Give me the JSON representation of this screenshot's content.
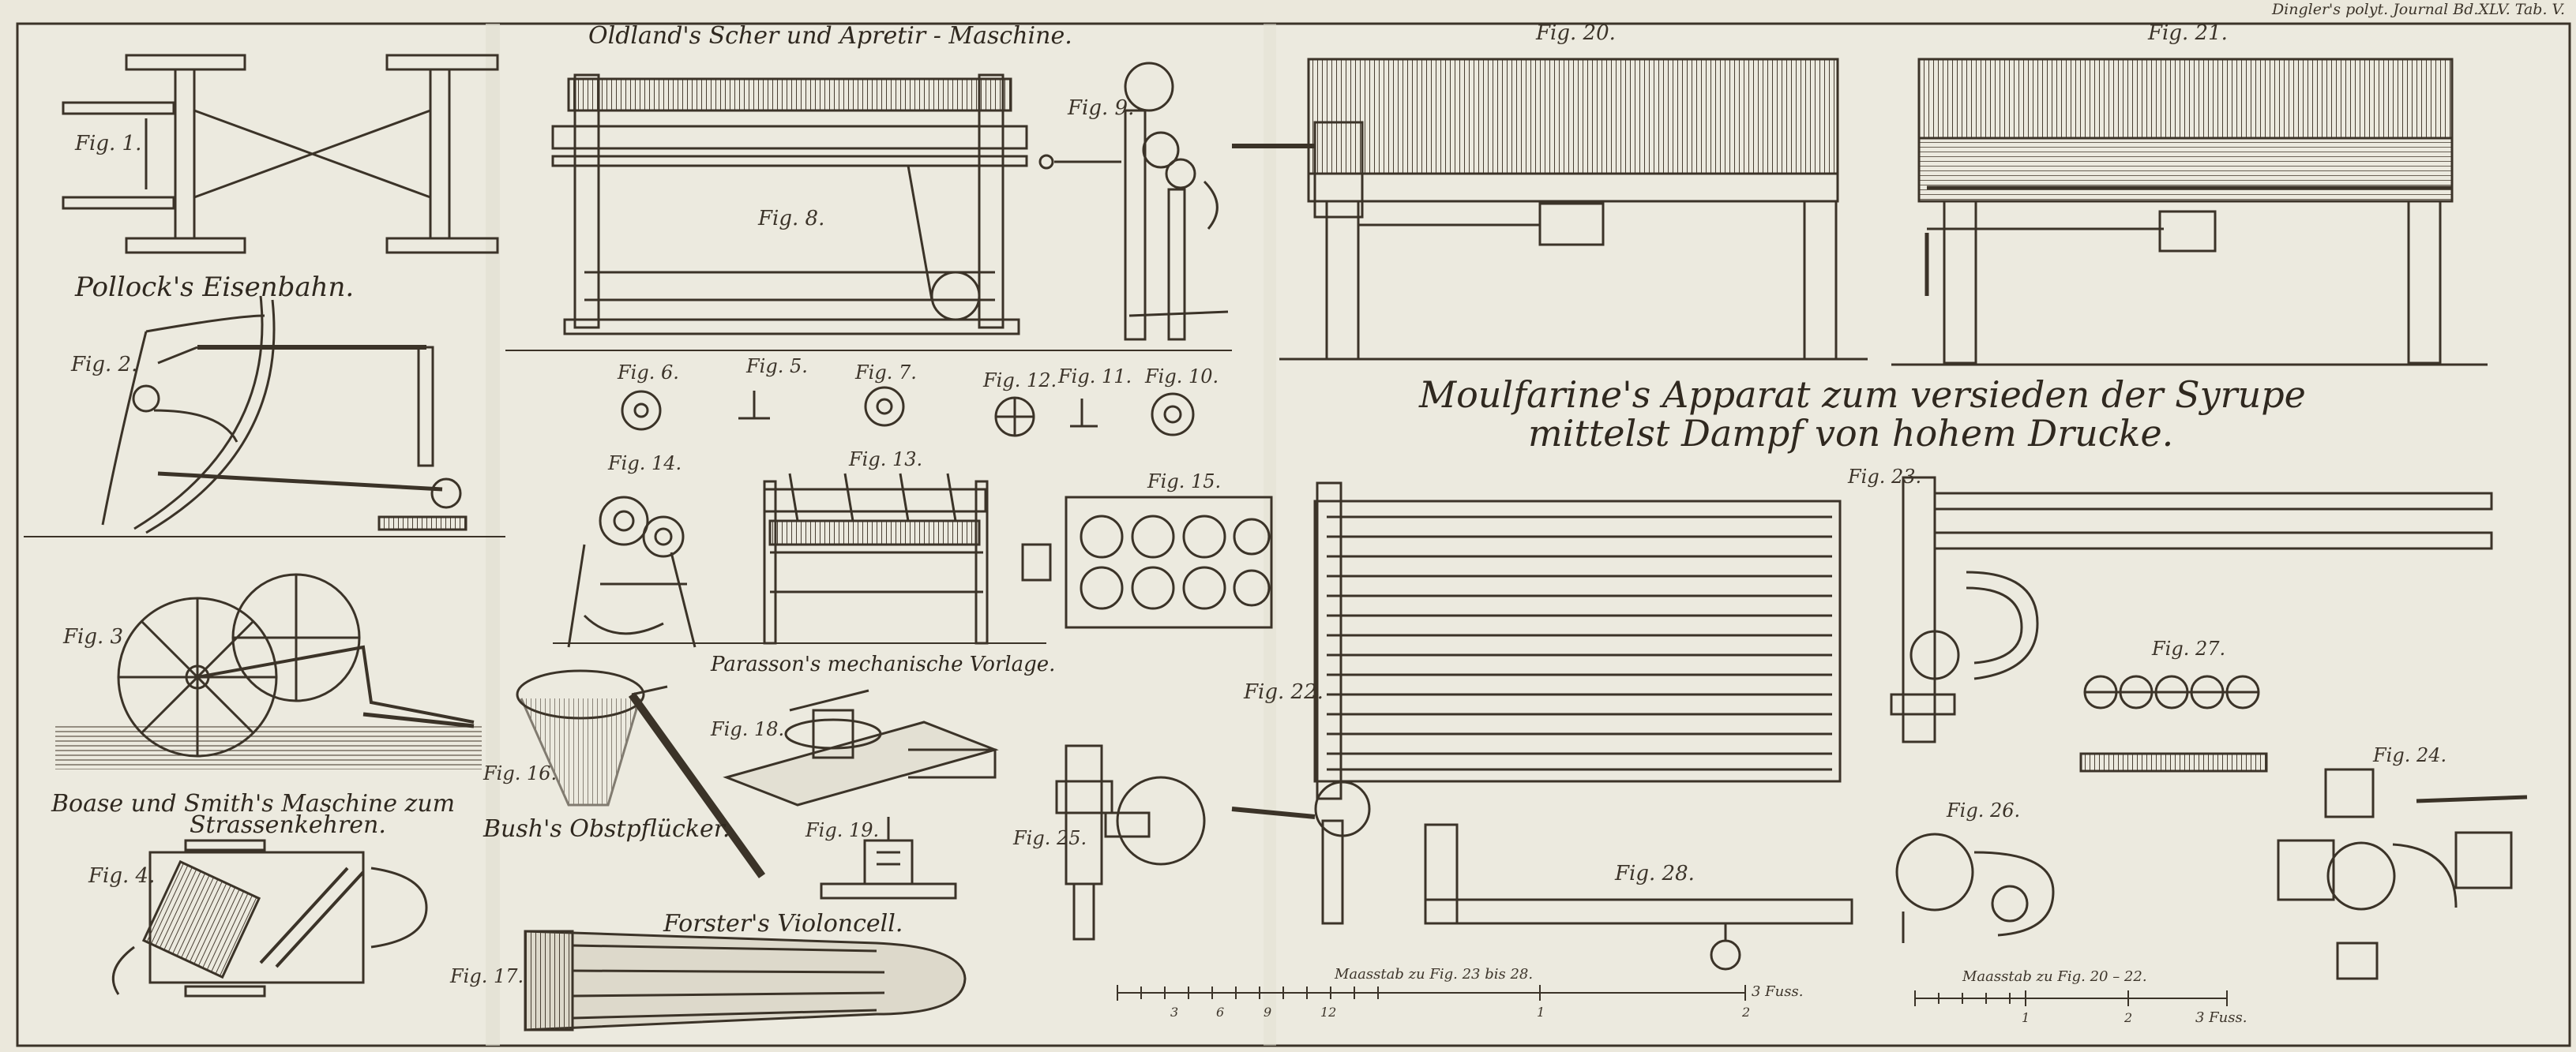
{
  "header": "Dingler's polyt. Journal Bd.XLV. Tab. V.",
  "titles": {
    "oldland": "Oldland's Scher und Apretir - Maschine.",
    "pollock": "Pollock's Eisenbahn.",
    "moulfarine_1": "Moulfarine's Apparat zum versieden der Syrupe",
    "moulfarine_2": "mittelst Dampf von hohem Drucke.",
    "parasson": "Parasson's mechanische Vorlage.",
    "boase_1": "Boase und Smith's Maschine zum",
    "boase_2": "Strassenkehren.",
    "bush": "Bush's Obstpflücker.",
    "forster": "Forster's Violoncell."
  },
  "figures": {
    "f1": "Fig. 1.",
    "f2": "Fig. 2.",
    "f3": "Fig. 3.",
    "f4": "Fig. 4.",
    "f5": "Fig. 5.",
    "f6": "Fig. 6.",
    "f7": "Fig. 7.",
    "f8": "Fig. 8.",
    "f9": "Fig. 9.",
    "f10": "Fig. 10.",
    "f11": "Fig. 11.",
    "f12": "Fig. 12.",
    "f13": "Fig. 13.",
    "f14": "Fig. 14.",
    "f15": "Fig. 15.",
    "f16": "Fig. 16.",
    "f17": "Fig. 17.",
    "f18": "Fig. 18.",
    "f19": "Fig. 19.",
    "f20": "Fig. 20.",
    "f21": "Fig. 21.",
    "f22": "Fig. 22.",
    "f23": "Fig. 23.",
    "f24": "Fig. 24.",
    "f25": "Fig. 25.",
    "f26": "Fig. 26.",
    "f27": "Fig. 27.",
    "f28": "Fig. 28."
  },
  "scales": {
    "left_caption": "Maasstab zu Fig. 23 bis 28.",
    "left_unit": "3 Fuss.",
    "left_ticks": [
      "3",
      "6",
      "9",
      "12",
      "1",
      "2"
    ],
    "right_caption": "Maasstab zu Fig. 20 – 22.",
    "right_unit": "3 Fuss.",
    "right_ticks": [
      "1",
      "2"
    ]
  }
}
